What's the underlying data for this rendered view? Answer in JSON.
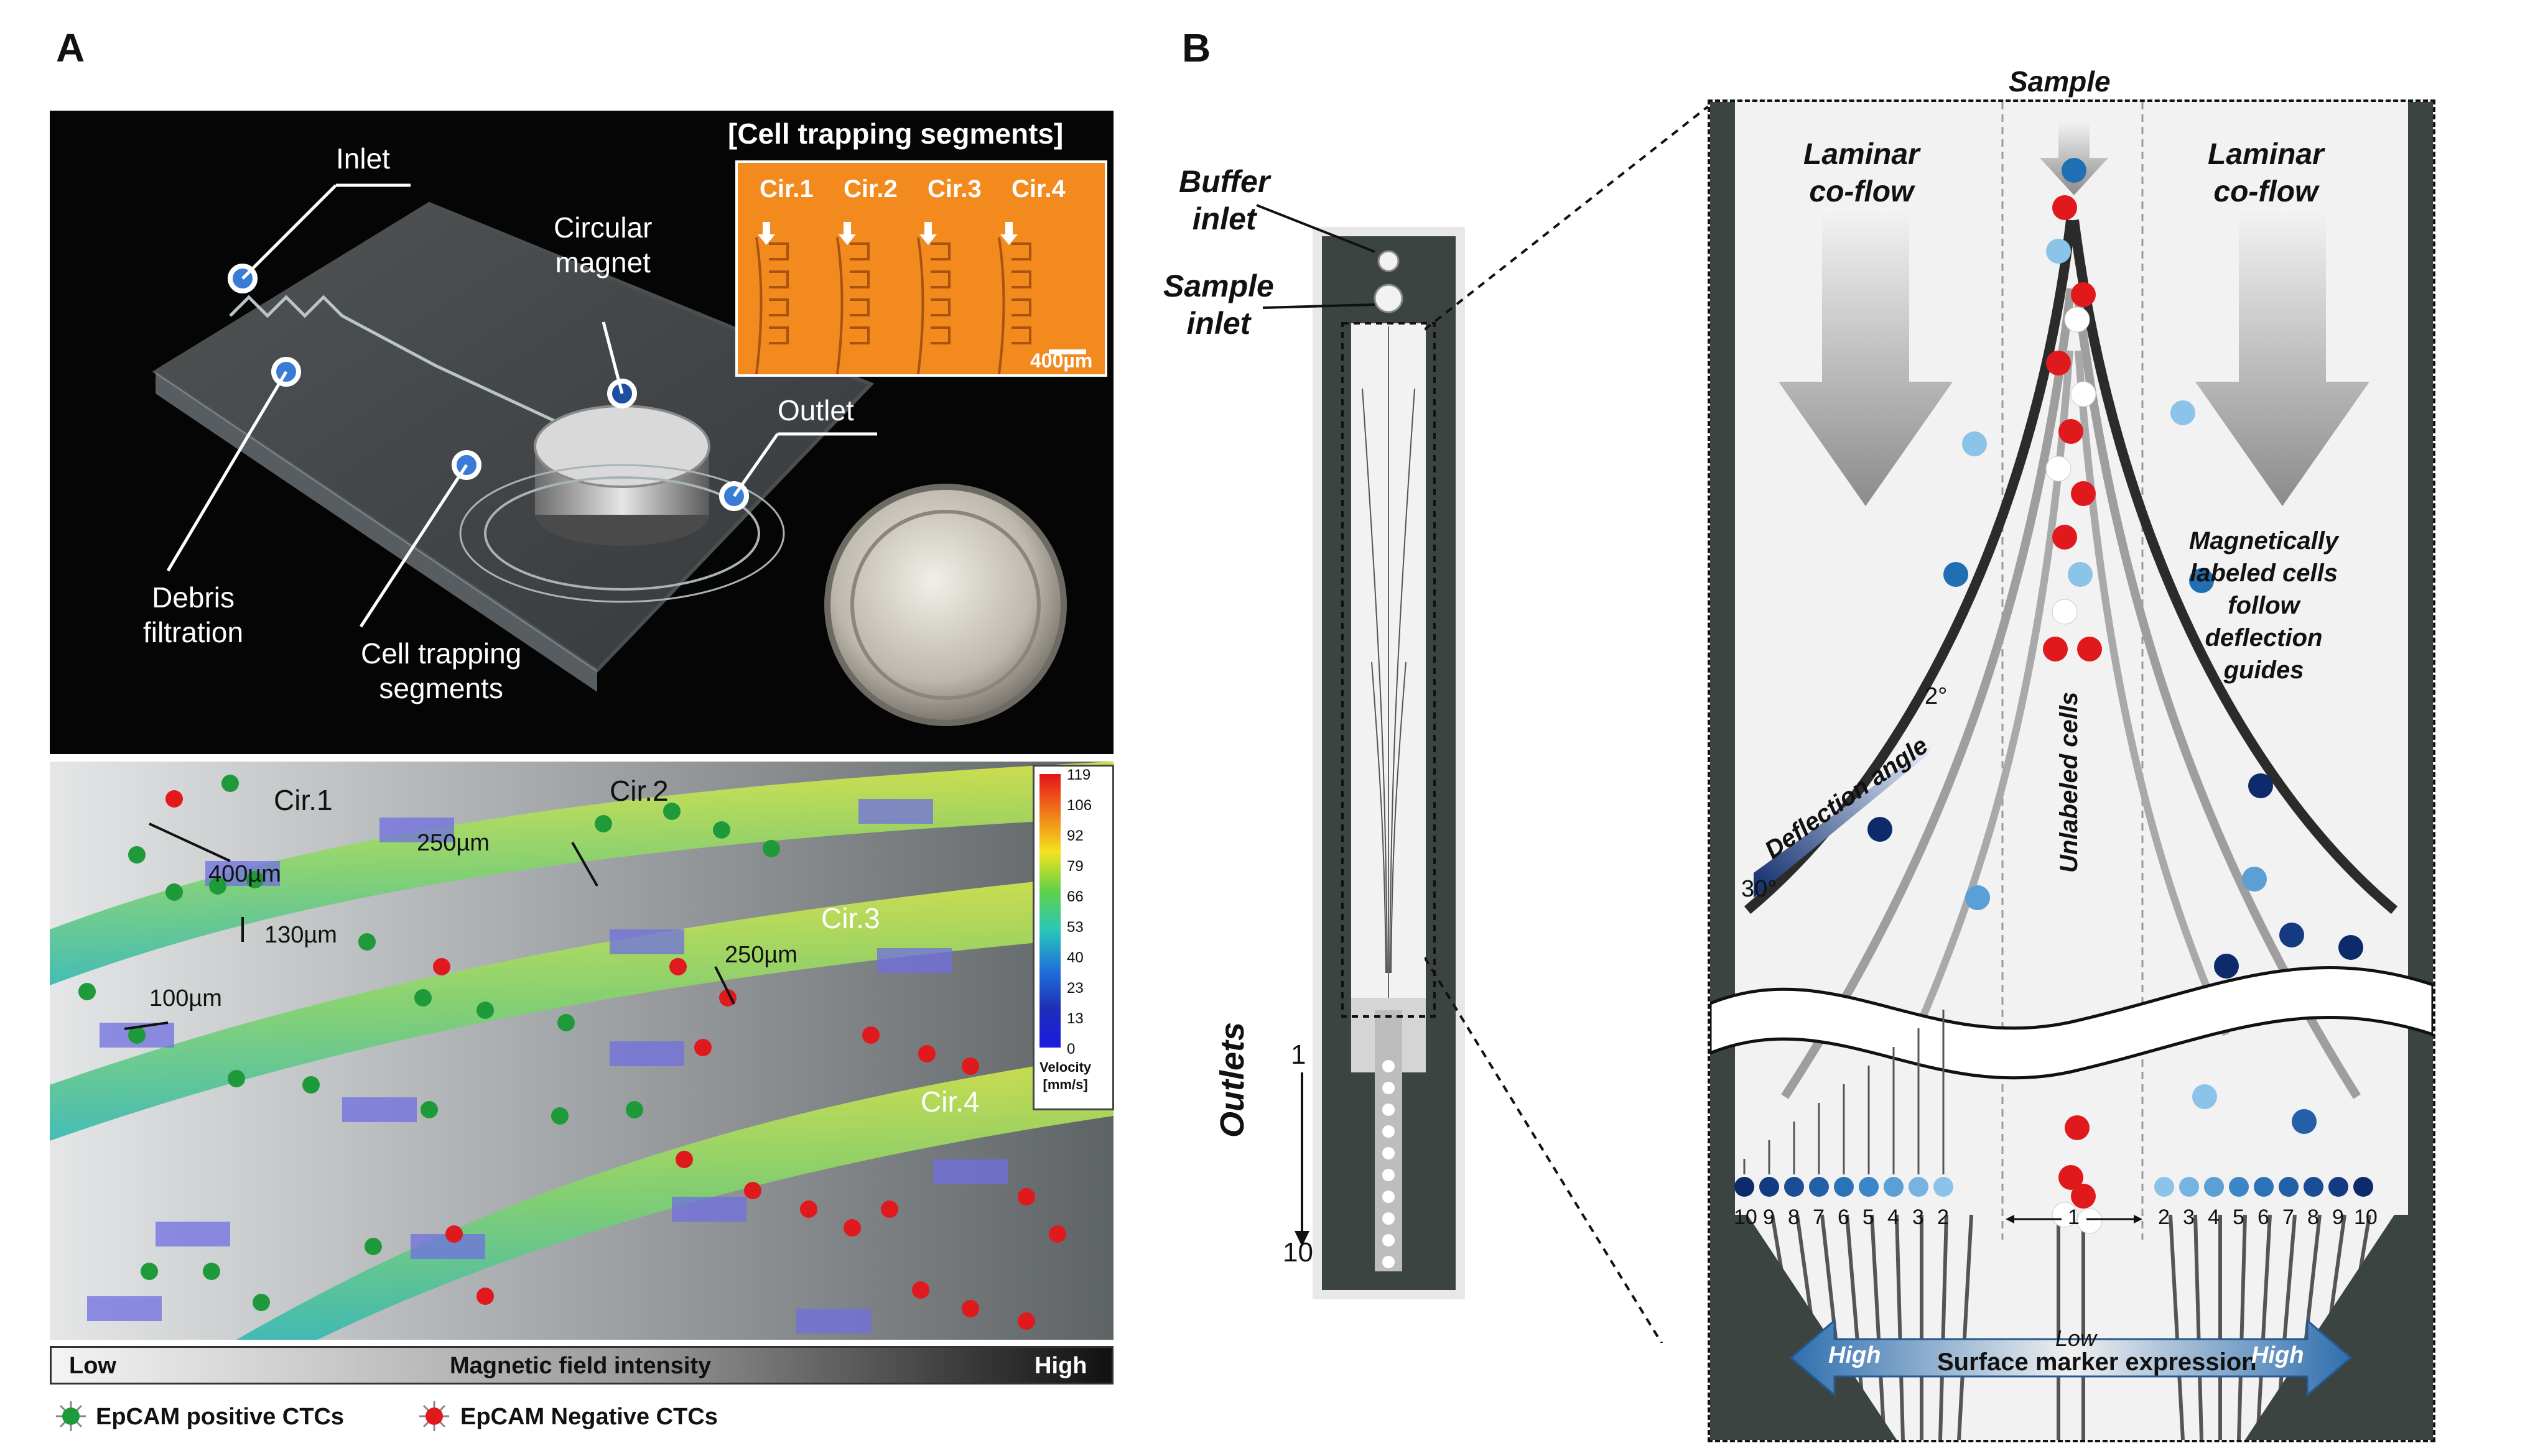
{
  "panelA": {
    "letter": "A",
    "photo": {
      "inlet": "Inlet",
      "magnet": "Circular\nmagnet",
      "outlet": "Outlet",
      "debris": "Debris\nfiltration",
      "trapping": "Cell trapping\nsegments",
      "inset_title": "[Cell trapping segments]",
      "inset_circuits": [
        "Cir.1",
        "Cir.2",
        "Cir.3",
        "Cir.4"
      ],
      "inset_scale": "400µm"
    },
    "sim": {
      "circuits": [
        "Cir.1",
        "Cir.2",
        "Cir.3",
        "Cir.4"
      ],
      "dims": [
        "400µm",
        "130µm",
        "250µm",
        "250µm",
        "100µm"
      ],
      "velocity_ticks": [
        "119",
        "106",
        "92",
        "79",
        "66",
        "53",
        "40",
        "23",
        "13",
        "0"
      ],
      "velocity_label": "Velocity\n[mm/s]",
      "gradient_low": "Low",
      "gradient_mid": "Magnetic field intensity",
      "gradient_high": "High"
    },
    "legend": {
      "positive": "EpCAM positive CTCs",
      "negative": "EpCAM Negative CTCs"
    },
    "colors": {
      "positive": "#1f9a3a",
      "negative": "#e0191c"
    }
  },
  "panelB": {
    "letter": "B",
    "device": {
      "buffer": "Buffer\ninlet",
      "sample_inlet": "Sample\ninlet",
      "outlets": "Outlets",
      "outlet_first": "1",
      "outlet_last": "10"
    },
    "schematic": {
      "sample": "Sample",
      "laminar_left": "Laminar\nco-flow",
      "laminar_right": "Laminar\nco-flow",
      "guides_note": "Magnetically\nlabeled cells\nfollow\ndeflection\nguides",
      "deflection": "Deflection angle",
      "angle_low": "2°",
      "angle_high": "30°",
      "unlabeled": "Unlabeled cells",
      "outlet_left": [
        "10",
        "9",
        "8",
        "7",
        "6",
        "5",
        "4",
        "3",
        "2"
      ],
      "outlet_center": "1",
      "outlet_right": [
        "2",
        "3",
        "4",
        "5",
        "6",
        "7",
        "8",
        "9",
        "10"
      ],
      "expr_high_left": "High",
      "expr_low": "Low",
      "expr_title": "Surface marker expression",
      "expr_high_right": "High"
    },
    "colors": {
      "dark": "#3c4442",
      "navy": "#0d2a6b",
      "mid": "#2a73b8",
      "light": "#8cc3e8",
      "red": "#e0191c"
    }
  }
}
